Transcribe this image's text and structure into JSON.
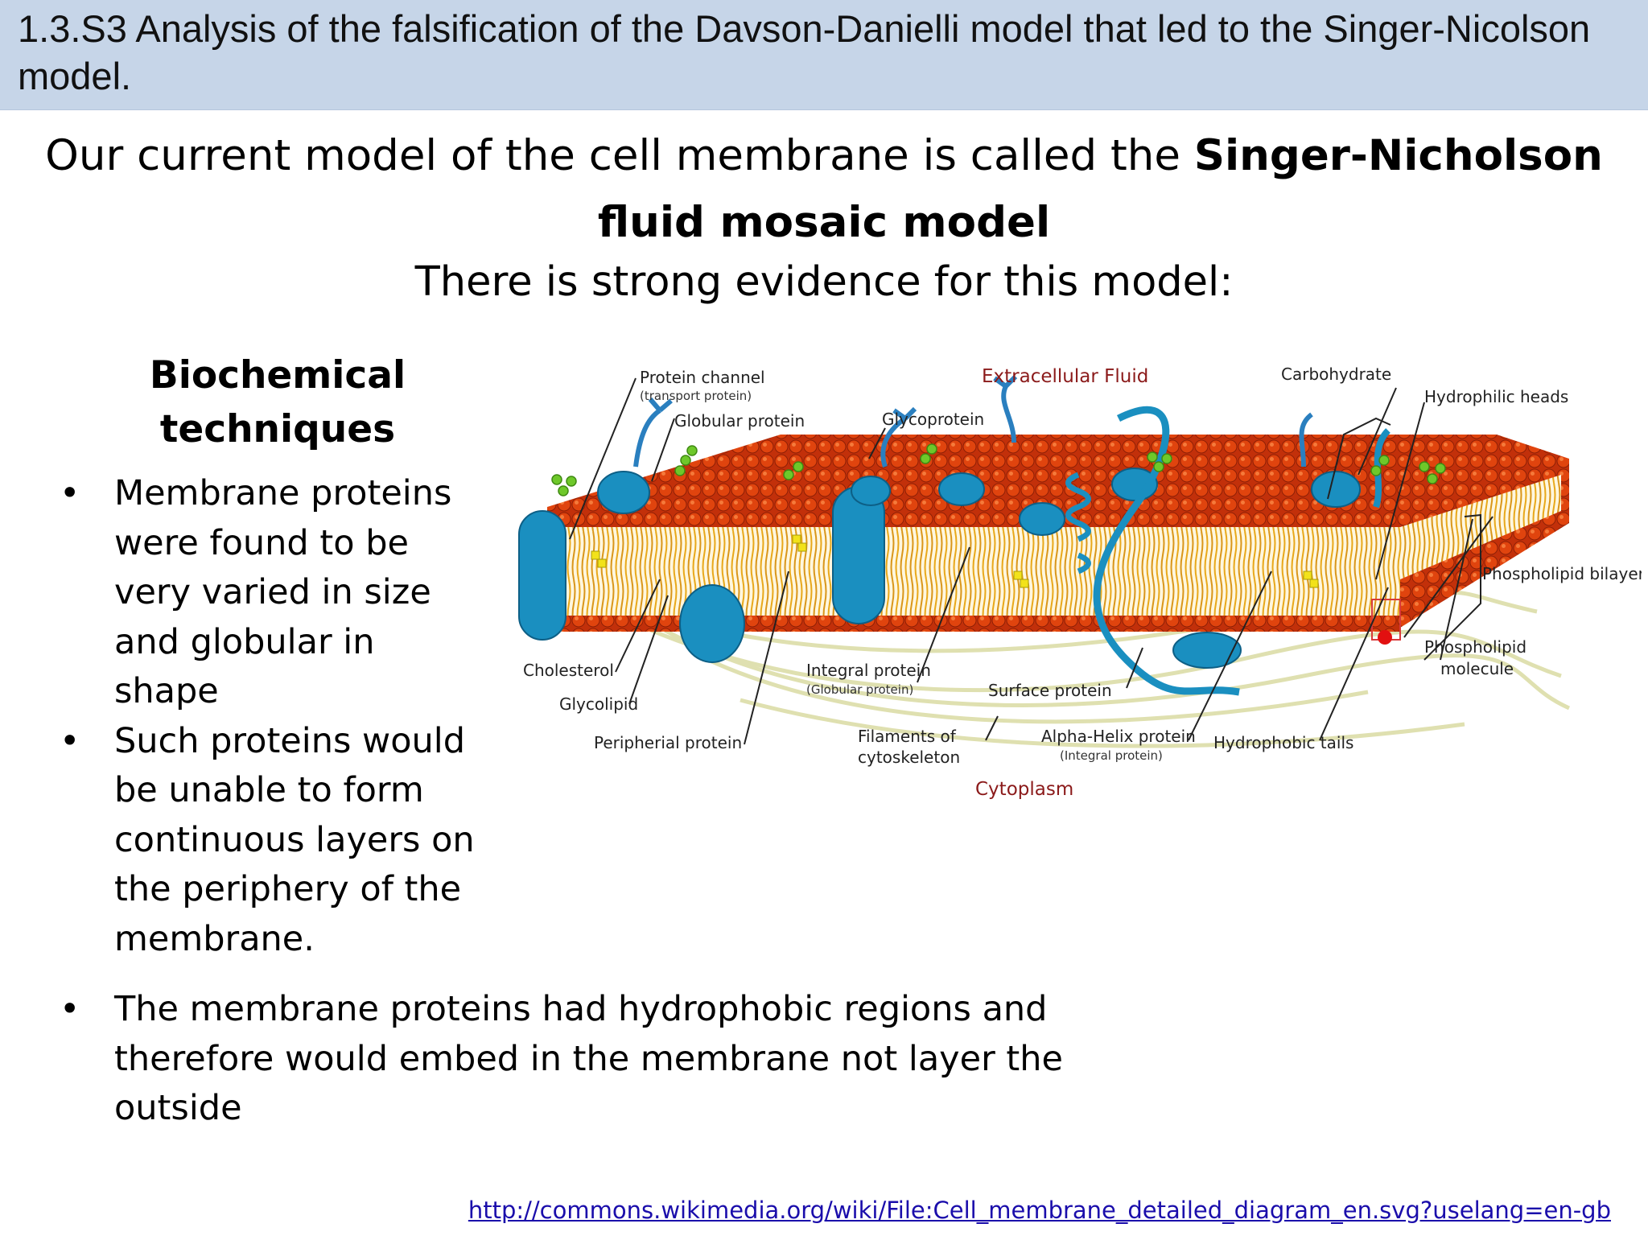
{
  "header": {
    "title": "1.3.S3 Analysis of the falsification of the Davson-Danielli model that led to the Singer-Nicolson model."
  },
  "headline": {
    "prefix": "Our current model of the cell membrane is called the ",
    "bold": "Singer-Nicholson fluid mosaic model"
  },
  "subline": "There is strong evidence for this model:",
  "section": {
    "heading": "Biochemical techniques",
    "bullets": [
      "Membrane proteins were found to be very varied in size and globular in shape",
      "Such proteins would be unable to form continuous layers on the periphery of the membrane."
    ],
    "bullet_wide": "The membrane proteins had hydrophobic regions and therefore would embed in the membrane not layer the outside",
    "bullet_symbol": "•"
  },
  "diagram": {
    "labels": {
      "extracellular": "Extracellular Fluid",
      "cytoplasm": "Cytoplasm",
      "protein_channel": "Protein channel",
      "protein_channel_sub": "(transport protein)",
      "globular_protein": "Globular protein",
      "glycoprotein": "Glycoprotein",
      "carbohydrate": "Carbohydrate",
      "hydrophilic_heads": "Hydrophilic heads",
      "phospholipid_bilayer": "Phospholipid bilayer",
      "phospholipid_molecule_1": "Phospholipid",
      "phospholipid_molecule_2": "molecule",
      "cholesterol": "Cholesterol",
      "glycolipid": "Glycolipid",
      "peripheral_protein": "Peripherial protein",
      "integral_protein": "Integral protein",
      "integral_protein_sub": "(Globular protein)",
      "surface_protein": "Surface protein",
      "filaments_1": "Filaments of",
      "filaments_2": "cytoskeleton",
      "alpha_helix": "Alpha-Helix protein",
      "alpha_helix_sub": "(Integral protein)",
      "hydrophobic_tails": "Hydrophobic tails"
    },
    "colors": {
      "label_dark_red": "#8b1a1a",
      "protein_blue": "#1a8fc0",
      "head_red": "#d83a0a",
      "tail_yellow": "#e8b21a",
      "glyco_green": "#6ec82a"
    }
  },
  "source_url": "http://commons.wikimedia.org/wiki/File:Cell_membrane_detailed_diagram_en.svg?uselang=en-gb"
}
